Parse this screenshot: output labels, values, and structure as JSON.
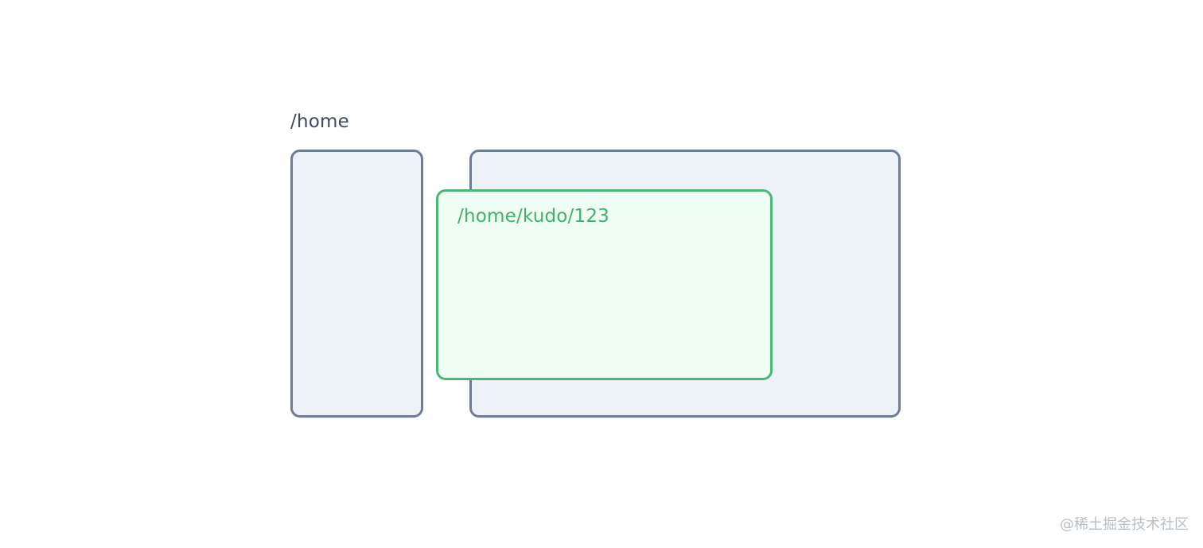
{
  "diagram": {
    "parent_route": "/home",
    "nested_route": "/home/kudo/123"
  },
  "watermark": "@稀土掘金技术社区",
  "colors": {
    "panel_border": "#6f7d91",
    "panel_fill": "#ecf2f8",
    "nested_border": "#4bb677",
    "nested_fill": "#effdf2",
    "route_text": "#3f4a5c",
    "nested_text": "#43b06f"
  }
}
